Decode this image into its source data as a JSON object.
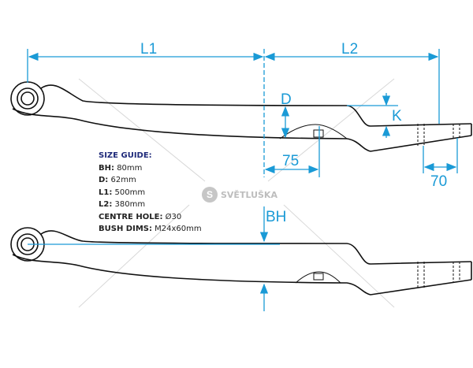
{
  "dimensions": {
    "l1": "L1",
    "l2": "L2",
    "d": "D",
    "k": "K",
    "center_offset": "75",
    "end_width": "70",
    "bh": "BH"
  },
  "size_guide": {
    "title": "SIZE GUIDE:",
    "items": [
      {
        "label": "BH:",
        "value": "80mm"
      },
      {
        "label": "D:",
        "value": "62mm"
      },
      {
        "label": "L1:",
        "value": "500mm"
      },
      {
        "label": "L2:",
        "value": "380mm"
      },
      {
        "label": "CENTRE HOLE:",
        "value": "Ø30"
      },
      {
        "label": "BUSH DIMS:",
        "value": "M24x60mm"
      }
    ]
  },
  "watermark": {
    "brand": "SVĚTLUŠKA",
    "glyph": "S"
  },
  "colors": {
    "dimension": "#1a9ad6",
    "outline": "#111111"
  }
}
